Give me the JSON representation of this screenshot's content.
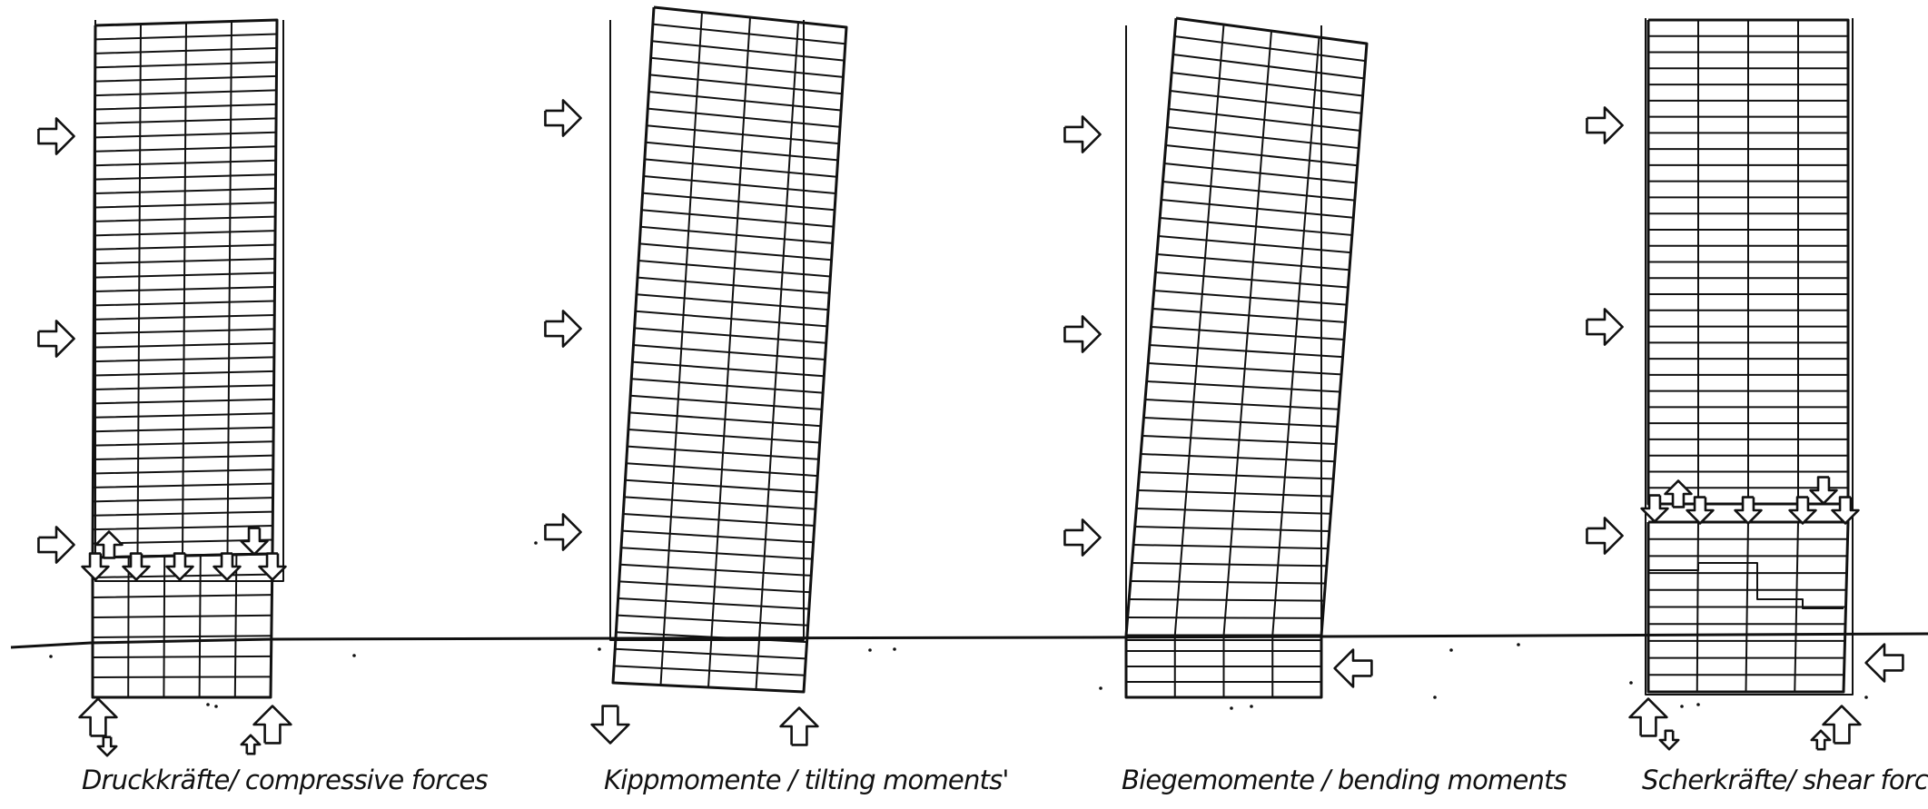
{
  "panels": [
    {
      "id": "compressive",
      "caption": "Druckkräfte/ compressive forces"
    },
    {
      "id": "tilting",
      "caption": "Kippmomente / tilting moments'"
    },
    {
      "id": "bending",
      "caption": "Biegemomente / bending moments"
    },
    {
      "id": "shear",
      "caption": "Scherkräfte/ shear forces"
    }
  ],
  "colors": {
    "ink": "#111111",
    "background": "#ffffff"
  },
  "icons": [
    "wind-arrow-icon",
    "force-arrow-icon",
    "reaction-arrow-icon"
  ]
}
